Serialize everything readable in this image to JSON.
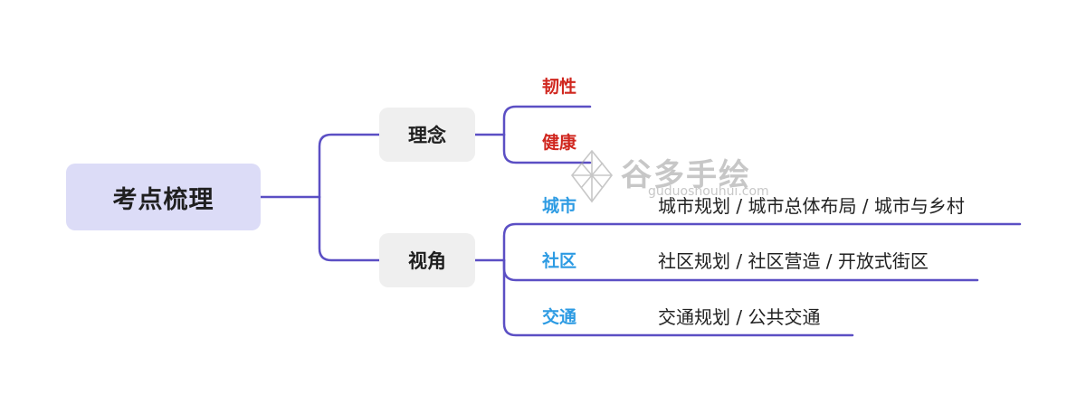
{
  "diagram": {
    "root": "考点梳理",
    "branches": [
      {
        "label": "理念",
        "children": [
          {
            "label": "韧性",
            "color": "#d0271f"
          },
          {
            "label": "健康",
            "color": "#d0271f"
          }
        ]
      },
      {
        "label": "视角",
        "children": [
          {
            "label": "城市",
            "detail": "城市规划 / 城市总体布局 / 城市与乡村",
            "color": "#2d9be3"
          },
          {
            "label": "社区",
            "detail": "社区规划 / 社区营造 / 开放式街区",
            "color": "#2d9be3"
          },
          {
            "label": "交通",
            "detail": "交通规划 / 公共交通",
            "color": "#2d9be3"
          }
        ]
      }
    ],
    "line_color": "#5b4fc4"
  },
  "watermark": {
    "title": "谷多手绘",
    "url": "guduoshouhui.com"
  }
}
